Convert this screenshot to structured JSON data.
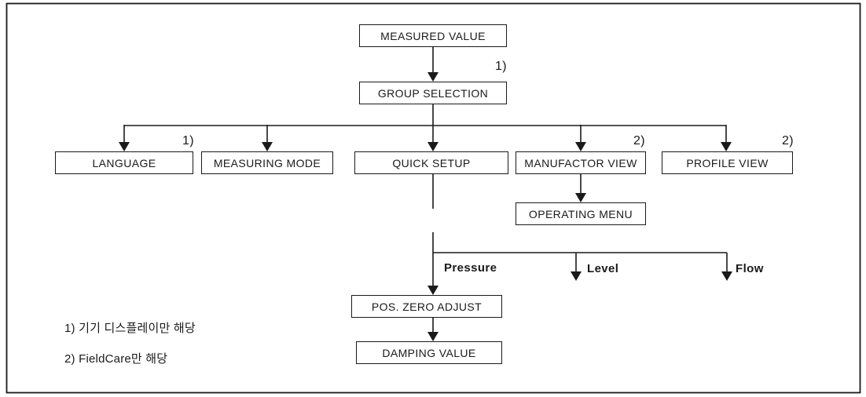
{
  "nodes": {
    "measured_value": "MEASURED VALUE",
    "group_selection": "GROUP SELECTION",
    "language": "LANGUAGE",
    "measuring_mode": "MEASURING MODE",
    "quick_setup": "QUICK SETUP",
    "manufactor_view": "MANUFACTOR VIEW",
    "profile_view": "PROFILE VIEW",
    "operating_menu": "OPERATING MENU",
    "pos_zero_adjust": "POS. ZERO ADJUST",
    "damping_value": "DAMPING VALUE"
  },
  "refs": {
    "group_selection": "1)",
    "language": "1)",
    "manufactor_view": "2)",
    "profile_view": "2)"
  },
  "branches": {
    "pressure": "Pressure",
    "level": "Level",
    "flow": "Flow"
  },
  "footnotes": [
    "1) 기기 디스플레이만 해당",
    "2) FieldCare만 해당"
  ],
  "colors": {
    "ink": "#1a1a1a",
    "background": "#ffffff"
  }
}
